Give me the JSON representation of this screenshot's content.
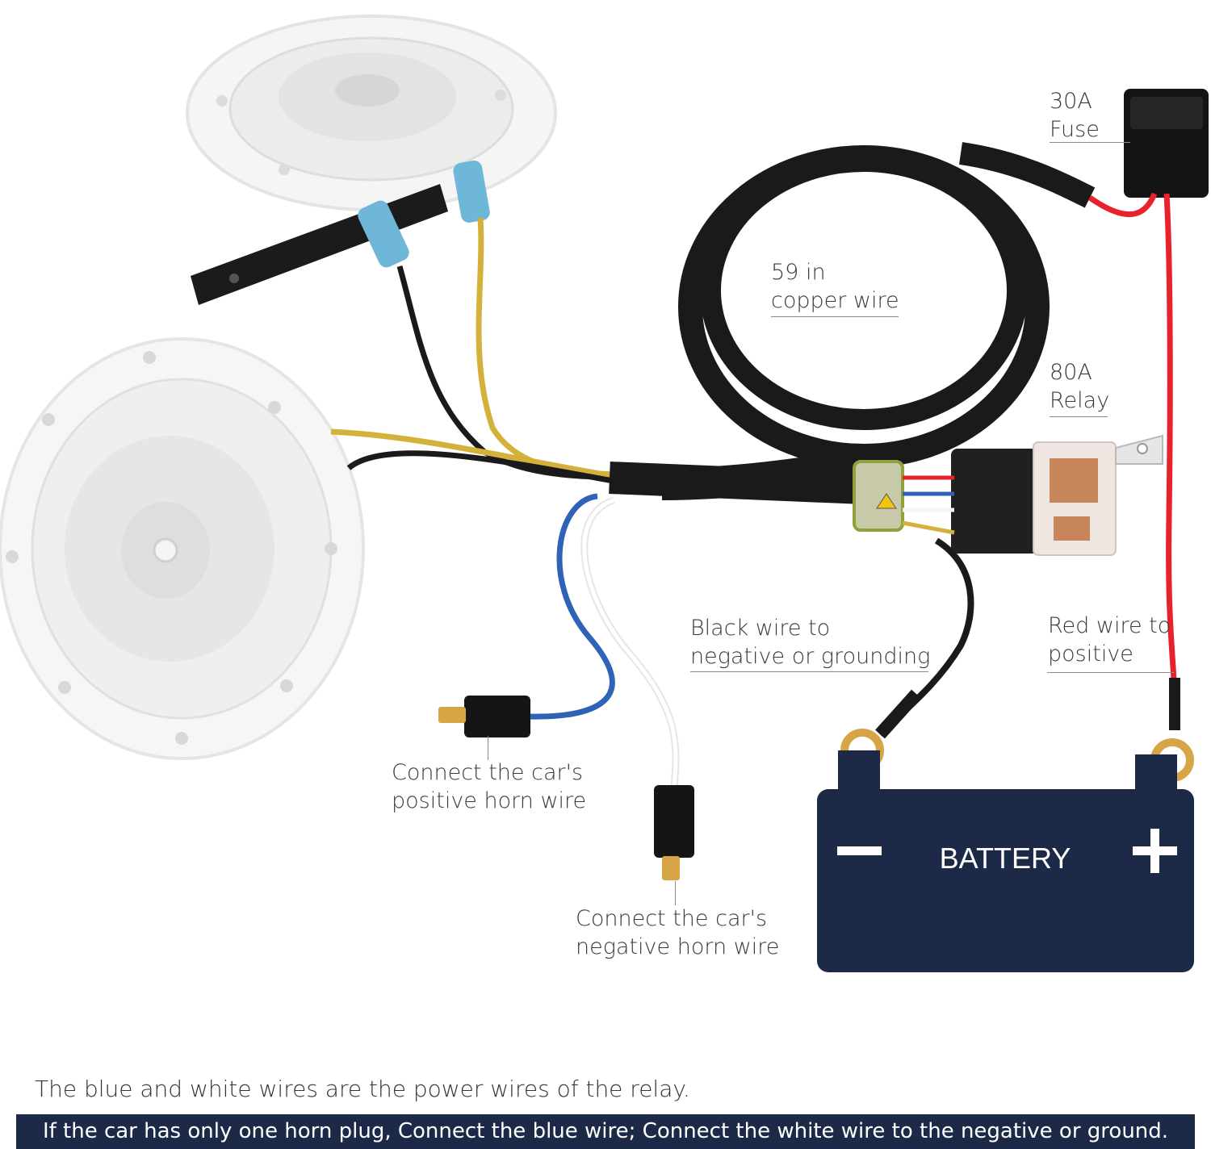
{
  "labels": {
    "fuse": [
      "30A",
      "Fuse"
    ],
    "copper_wire": [
      "59 in",
      "copper wire"
    ],
    "relay": [
      "80A",
      "Relay"
    ],
    "black_wire": [
      "Black wire to",
      "negative or grounding"
    ],
    "red_wire": [
      "Red wire to",
      "positive"
    ],
    "positive_horn": [
      "Connect the car's",
      "positive horn wire"
    ],
    "negative_horn": [
      "Connect the car's",
      "negative horn wire"
    ]
  },
  "battery": {
    "label": "BATTERY",
    "minus": "−",
    "plus": "+"
  },
  "footnote": "The blue and white wires are the power wires of the relay.",
  "banner": "If the car has only one horn plug, Connect the blue wire; Connect the white wire to the negative or ground.",
  "colors": {
    "battery": "#1d2a47",
    "red_wire": "#e8212b",
    "black_wire": "#1a1a1a",
    "yellow_wire": "#d4b13a",
    "blue_wire": "#2e63b8",
    "white_wire": "#f4f4f4",
    "terminal": "#d7a545",
    "banner": "#1d2a47"
  }
}
